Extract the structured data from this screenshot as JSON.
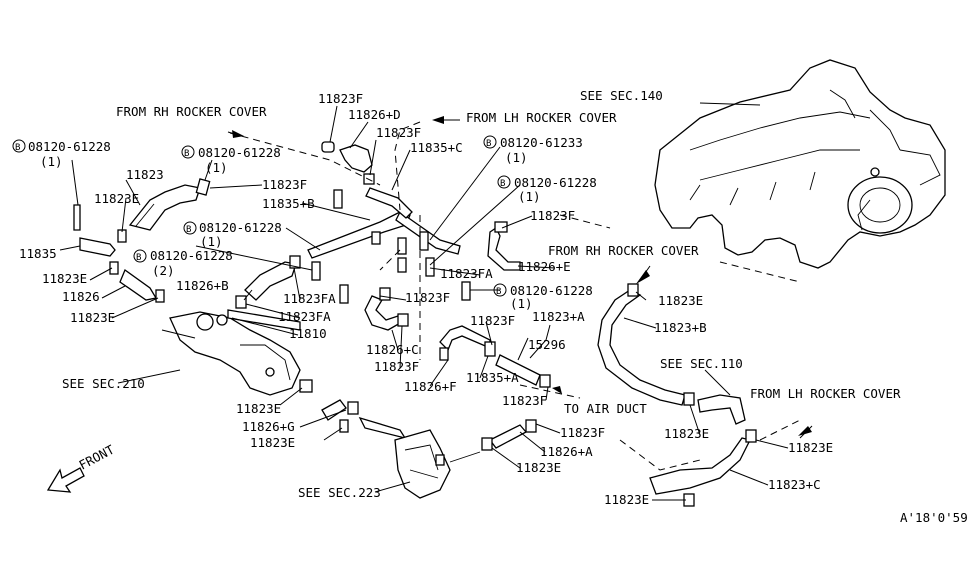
{
  "labels": {
    "see_sec_140": "SEE SEC.140",
    "see_sec_210": "SEE SEC.210",
    "see_sec_223": "SEE SEC.223",
    "see_sec_110": "SEE SEC.110",
    "from_rh_1": "FROM RH ROCKER COVER",
    "from_lh_1": "FROM LH ROCKER COVER",
    "from_rh_2": "FROM RH ROCKER COVER",
    "from_lh_2": "FROM LH ROCKER COVER",
    "to_air_duct": "TO AIR DUCT",
    "front": "FRONT",
    "footer_code": "A'18'0'59"
  },
  "bolts": [
    {
      "code": "08120-61228",
      "qty": "(1)"
    },
    {
      "code": "08120-61228",
      "qty": "(1)"
    },
    {
      "code": "08120-61228",
      "qty": "(1)"
    },
    {
      "code": "08120-61228",
      "qty": "(2)"
    },
    {
      "code": "08120-61233",
      "qty": "(1)"
    },
    {
      "code": "08120-61228",
      "qty": "(1)"
    },
    {
      "code": "08120-61228",
      "qty": "(1)"
    }
  ],
  "bolt_marker": "B",
  "parts": [
    "11823F",
    "11826+D",
    "11823F",
    "11835+C",
    "11823F",
    "11823",
    "11823E",
    "11835+B",
    "11823F",
    "11835",
    "11823E",
    "11826",
    "11823E",
    "11826+B",
    "11823FA",
    "11823FA",
    "11810",
    "11823FA",
    "11826+E",
    "11823F",
    "11826+C",
    "11823F",
    "11823F",
    "11826+F",
    "11835+A",
    "11823+A",
    "15296",
    "11823F",
    "11823E",
    "11823+B",
    "11823E",
    "11826+G",
    "11823E",
    "11823F",
    "11826+A",
    "11823E",
    "11823E",
    "11823E",
    "11823+C",
    "11823E"
  ]
}
